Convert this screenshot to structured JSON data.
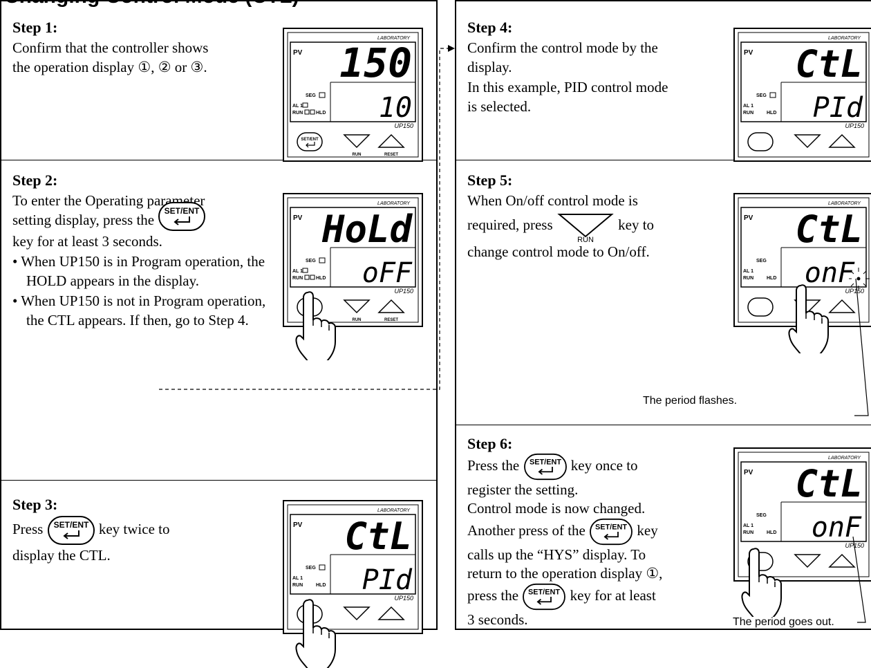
{
  "header": {
    "title": "Changing Control Mode (CTL)"
  },
  "device": {
    "brand": "LABORATORY",
    "model": "UP150",
    "pv": "PV",
    "seg": "SEG",
    "al1": "AL 1",
    "run": "RUN",
    "hld": "HLD",
    "set_key": "SET/ENT",
    "run_key": "RUN",
    "reset_key": "RESET"
  },
  "steps": [
    {
      "heading": "Step 1:",
      "lines": [
        "Confirm that the controller shows",
        "the operation display ①, ② or ③."
      ],
      "display_top": "150",
      "display_bottom": "10"
    },
    {
      "heading": "Step 2:",
      "lines": [
        "To enter the Operating parameter",
        "setting display, press the",
        "key for at least 3 seconds."
      ],
      "bullets": [
        "• When UP150 is in Program operation, the HOLD appears in the display.",
        "• When UP150 is not in Program operation, the CTL appears. If then, go to Step 4."
      ],
      "display_top": "HoLd",
      "display_bottom": "oFF"
    },
    {
      "heading": "Step 3:",
      "lines": [
        "Press",
        "key twice to",
        "display the CTL."
      ],
      "display_top": "CtL",
      "display_bottom": "PId"
    },
    {
      "heading": "Step 4:",
      "lines": [
        "Confirm the control mode by the",
        "display.",
        "In this example, PID control mode",
        "is selected."
      ],
      "display_top": "CtL",
      "display_bottom": "PId"
    },
    {
      "heading": "Step 5:",
      "lines": [
        "When On/off control mode is",
        "required, press",
        "key to",
        "change control mode to On/off."
      ],
      "display_top": "CtL",
      "display_bottom": "onF",
      "note": "The period flashes."
    },
    {
      "heading": "Step 6:",
      "lines": [
        "Press the",
        "key once to",
        "register the setting.",
        "Control mode is now changed.",
        "Another press of the",
        "key",
        "calls up the “HYS” display. To",
        "return to the operation display ①,",
        "press the",
        "key for at least",
        "3 seconds."
      ],
      "display_top": "CtL",
      "display_bottom": "onF",
      "note": "The period goes out."
    }
  ]
}
